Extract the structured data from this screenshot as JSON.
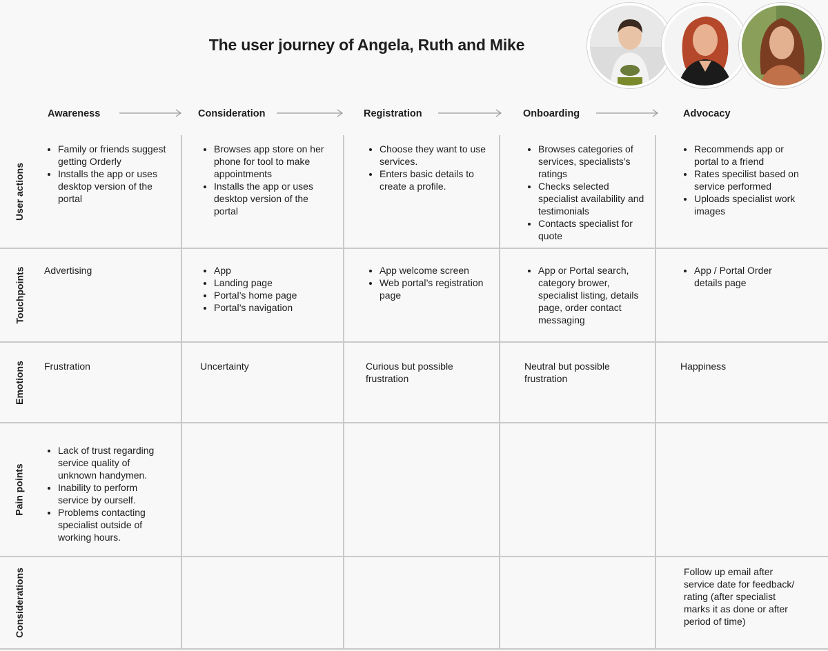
{
  "title": "The user journey of Angela, Ruth and Mike",
  "avatars": [
    {
      "icon": "child-portrait-photo"
    },
    {
      "icon": "woman-red-hair-portrait-photo"
    },
    {
      "icon": "woman-brown-hair-portrait-photo"
    }
  ],
  "stages": [
    "Awareness",
    "Consideration",
    "Registration",
    "Onboarding",
    "Advocacy"
  ],
  "rows": [
    "User actions",
    "Touchpoints",
    "Emotions",
    "Pain points",
    "Considerations"
  ],
  "cells": {
    "user_actions": [
      {
        "items": [
          "Family or friends suggest getting Orderly",
          "Installs the app or uses desktop version of the portal"
        ]
      },
      {
        "items": [
          "Browses app store on her phone for tool to make appointments",
          "Installs the app or uses desktop version of the portal"
        ]
      },
      {
        "items": [
          "Choose they want to use services.",
          "Enters basic details to create a profile."
        ]
      },
      {
        "items": [
          "Browses categories of services, specialists’s ratings",
          "Checks selected specialist availability and testimonials",
          "Contacts specialist for quote"
        ]
      },
      {
        "items": [
          "Recommends app or portal to a friend",
          "Rates specilist based on service performed",
          "Uploads specialist work images"
        ]
      }
    ],
    "touchpoints": [
      {
        "text": "Advertising"
      },
      {
        "items": [
          "App",
          "Landing page",
          "Portal’s home page",
          "Portal’s navigation"
        ]
      },
      {
        "items": [
          "App welcome screen",
          "Web portal’s registration page"
        ]
      },
      {
        "items": [
          "App or Portal search, category brower, specialist listing, details page, order contact messaging"
        ]
      },
      {
        "items": [
          "App / Portal Order details page"
        ]
      }
    ],
    "emotions": [
      {
        "text": "Frustration"
      },
      {
        "text": "Uncertainty"
      },
      {
        "text": "Curious but possible frustration"
      },
      {
        "text": "Neutral but possible frustration"
      },
      {
        "text": "Happiness"
      }
    ],
    "pain_points": [
      {
        "items": [
          "Lack of trust regarding service quality of unknown handymen.",
          "Inability to perform service by ourself.",
          "Problems contacting specialist outside of working hours."
        ]
      },
      {
        "text": ""
      },
      {
        "text": ""
      },
      {
        "text": ""
      },
      {
        "text": ""
      }
    ],
    "considerations": [
      {
        "text": ""
      },
      {
        "text": ""
      },
      {
        "text": ""
      },
      {
        "text": ""
      },
      {
        "text": "Follow up email after service date for feedback/ rating (after specialist marks it as done or after period of time)"
      }
    ]
  }
}
